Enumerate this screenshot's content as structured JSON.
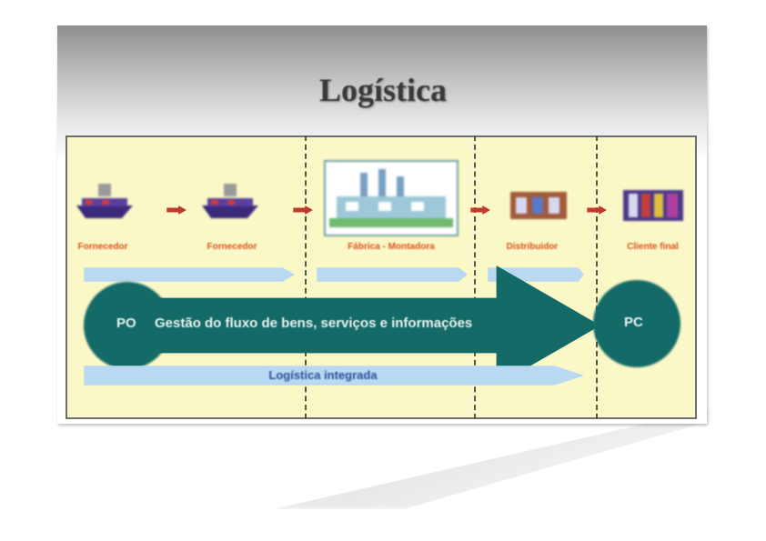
{
  "slide": {
    "title": "Logística"
  },
  "stages": [
    {
      "label": "Fornecedor",
      "icon": "ship-icon"
    },
    {
      "label": "Fornecedor",
      "icon": "ship-icon"
    },
    {
      "label": "Fábrica - Montadora",
      "icon": "factory-icon"
    },
    {
      "label": "Distribuidor",
      "icon": "warehouse-icon"
    },
    {
      "label": "Cliente final",
      "icon": "store-icon"
    }
  ],
  "flow": {
    "main_label": "Gestão do fluxo de bens, serviços e informações",
    "start_node": "PO",
    "end_node": "PC",
    "integrated_label": "Logística integrada"
  },
  "colors": {
    "panel_bg": "#fbf8c8",
    "arrow_teal": "#136a66",
    "stage_label_orange": "#d9531e",
    "flow_bar_blue": "#b9d8f2",
    "small_arrow_red": "#c0392b"
  }
}
